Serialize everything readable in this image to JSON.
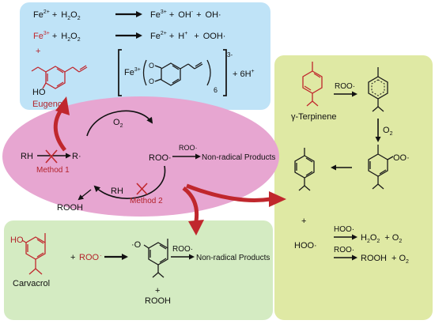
{
  "colors": {
    "blue_box": "#bfe3f7",
    "pink_ellipse": "#e7a6d1",
    "green_box": "#d4ebc2",
    "olive_box": "#dfe9a4",
    "red_accent": "#c0272d",
    "black": "#111111"
  },
  "top_box": {
    "reaction1": {
      "fe": "Fe",
      "fe_charge": "2+",
      "plus1": "+",
      "h2o2_h": "H",
      "h2o2_2a": "2",
      "h2o2_o": "O",
      "h2o2_2b": "2",
      "product_fe": "Fe",
      "product_charge": "3+",
      "plus2": "+",
      "oh1": "OH",
      "oh1_charge": "-",
      "plus3": "+",
      "oh2": "OH·"
    },
    "reaction2": {
      "fe": "Fe",
      "fe_charge": "3+",
      "plus1": "+",
      "h2o2_h": "H",
      "h2o2_2a": "2",
      "h2o2_o": "O",
      "h2o2_2b": "2",
      "product_fe": "Fe",
      "product_charge": "2+",
      "plus2": "+",
      "h": "H",
      "h_charge": "+",
      "plus3": "+",
      "ooh": "OOH·"
    },
    "plus_red": "+",
    "eugenol_label": "Eugenol",
    "ho_label": "HO",
    "complex_fe": "Fe",
    "complex_charge": "3+",
    "complex_sub": "6",
    "complex_charge_total": "3-",
    "complex_tail": "+ 6H",
    "complex_tail_charge": "+"
  },
  "cycle": {
    "rh": "RH",
    "r_radical": "R·",
    "o2": "O",
    "o2_sub": "2",
    "roo_radical": "ROO·",
    "roo_small": "ROO·",
    "non_radical": "Non-radical Products",
    "rh_bottom": "RH",
    "rooh": "ROOH",
    "method1": "Method 1",
    "method2": "Method 2"
  },
  "bottom_box": {
    "ho_label": "HO",
    "plus": "+",
    "roo_red": "ROO",
    "o_radical": "·O",
    "roo_over_arrow": "ROO·",
    "non_radical": "Non-radical Products",
    "plus_below": "+",
    "rooh": "ROOH",
    "carvacrol_label": "Carvacrol"
  },
  "right_box": {
    "terpinene_label": "γ-Terpinene",
    "roo_arrow": "ROO·",
    "o2": "O",
    "o2_sub": "2",
    "oo_radical": "OO·",
    "plus": "+",
    "hoo_radical": "HOO·",
    "hoo_over": "HOO·",
    "h2o2_product": "H",
    "h2o2_sub1": "2",
    "h2o2_o": "O",
    "h2o2_sub2": "2",
    "plus_o2_a": "+  O",
    "o2_sub_a": "2",
    "roo_over": "ROO·",
    "rooh_product": "ROOH",
    "plus_o2_b": "+  O",
    "o2_sub_b": "2"
  }
}
